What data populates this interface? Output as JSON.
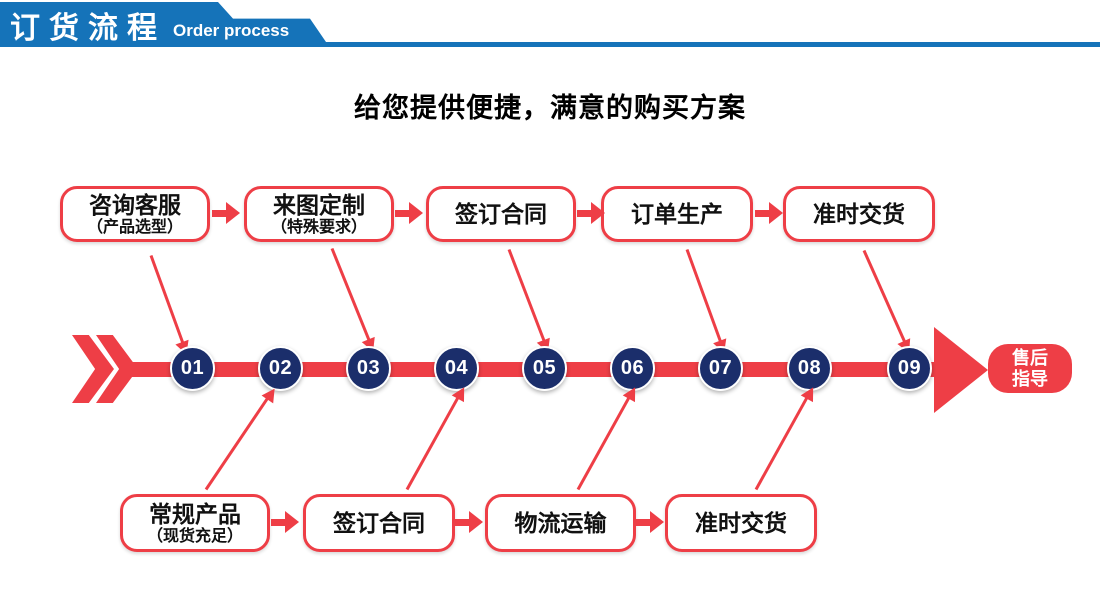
{
  "colors": {
    "red": "#ee3e46",
    "navy": "#1b2e6b",
    "blue": "#1573b9"
  },
  "header": {
    "title_cn": "订货流程",
    "title_en": "Order process"
  },
  "main_title": "给您提供便捷，满意的购买方案",
  "top_flow": {
    "boxes": [
      {
        "label": "咨询客服",
        "sub": "（产品选型）"
      },
      {
        "label": "来图定制",
        "sub": "（特殊要求）"
      },
      {
        "label": "签订合同"
      },
      {
        "label": "订单生产"
      },
      {
        "label": "准时交货"
      }
    ]
  },
  "bottom_flow": {
    "boxes": [
      {
        "label": "常规产品",
        "sub": "（现货充足）"
      },
      {
        "label": "签订合同"
      },
      {
        "label": "物流运输"
      },
      {
        "label": "准时交货"
      }
    ]
  },
  "timeline": {
    "steps": [
      "01",
      "02",
      "03",
      "04",
      "05",
      "06",
      "07",
      "08",
      "09"
    ],
    "end_badge": {
      "line1": "售后",
      "line2": "指导"
    }
  }
}
